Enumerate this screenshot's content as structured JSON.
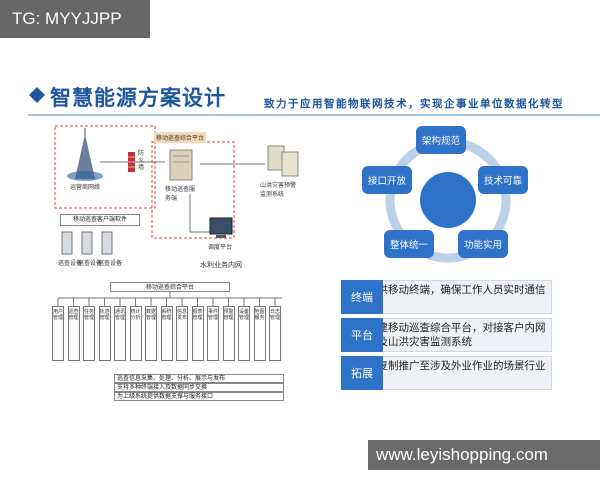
{
  "watermark_top": "TG: MYYJJPP",
  "watermark_bottom": "www.leyishopping.com",
  "header": {
    "title": "智慧能源方案设计",
    "subtitle": "致力于应用智能物联网技术，实现企事业单位数据化转型"
  },
  "diagram": {
    "comm_network": "运营商网络",
    "comm_platform": "移动巡查综合平台",
    "server": "移动巡查服务端",
    "firewall": "防火墙",
    "monitor_system": "山洪灾害预警监测系统",
    "client_software": "移动巡查客户端软件",
    "dispatch": "调度平台",
    "intranet": "水利业务内网",
    "devices": [
      "巡查设备",
      "巡查设备",
      "巡查设备"
    ],
    "tree_root": "移动巡查综合平台",
    "tree_leaves": [
      "用户管理",
      "巡查管理",
      "任务管理",
      "轨迹管理",
      "通讯管理",
      "统计分析",
      "数据管理",
      "系统管理",
      "信息发布",
      "报表管理",
      "事件管理",
      "预警管理",
      "设备管理",
      "地图服务",
      "日志管理"
    ],
    "notes": [
      "巡查信息采集、处理、分析、展示与发布",
      "支持多种终端接入及数据同步交换",
      "为上级系统提供数据支撑与服务接口"
    ]
  },
  "cycle": {
    "nodes": [
      "架构规范",
      "技术可靠",
      "功能实用",
      "整体统一",
      "接口开放"
    ],
    "accent": "#2f73c9"
  },
  "features": [
    {
      "tag": "终端",
      "text": "提供移动终端，确保工作人员实时通信"
    },
    {
      "tag": "平台",
      "text": "构建移动巡查综合平台，对接客户内网以及山洪灾害监测系统"
    },
    {
      "tag": "拓展",
      "text": "可复制推广至涉及外业作业的场景行业"
    }
  ]
}
